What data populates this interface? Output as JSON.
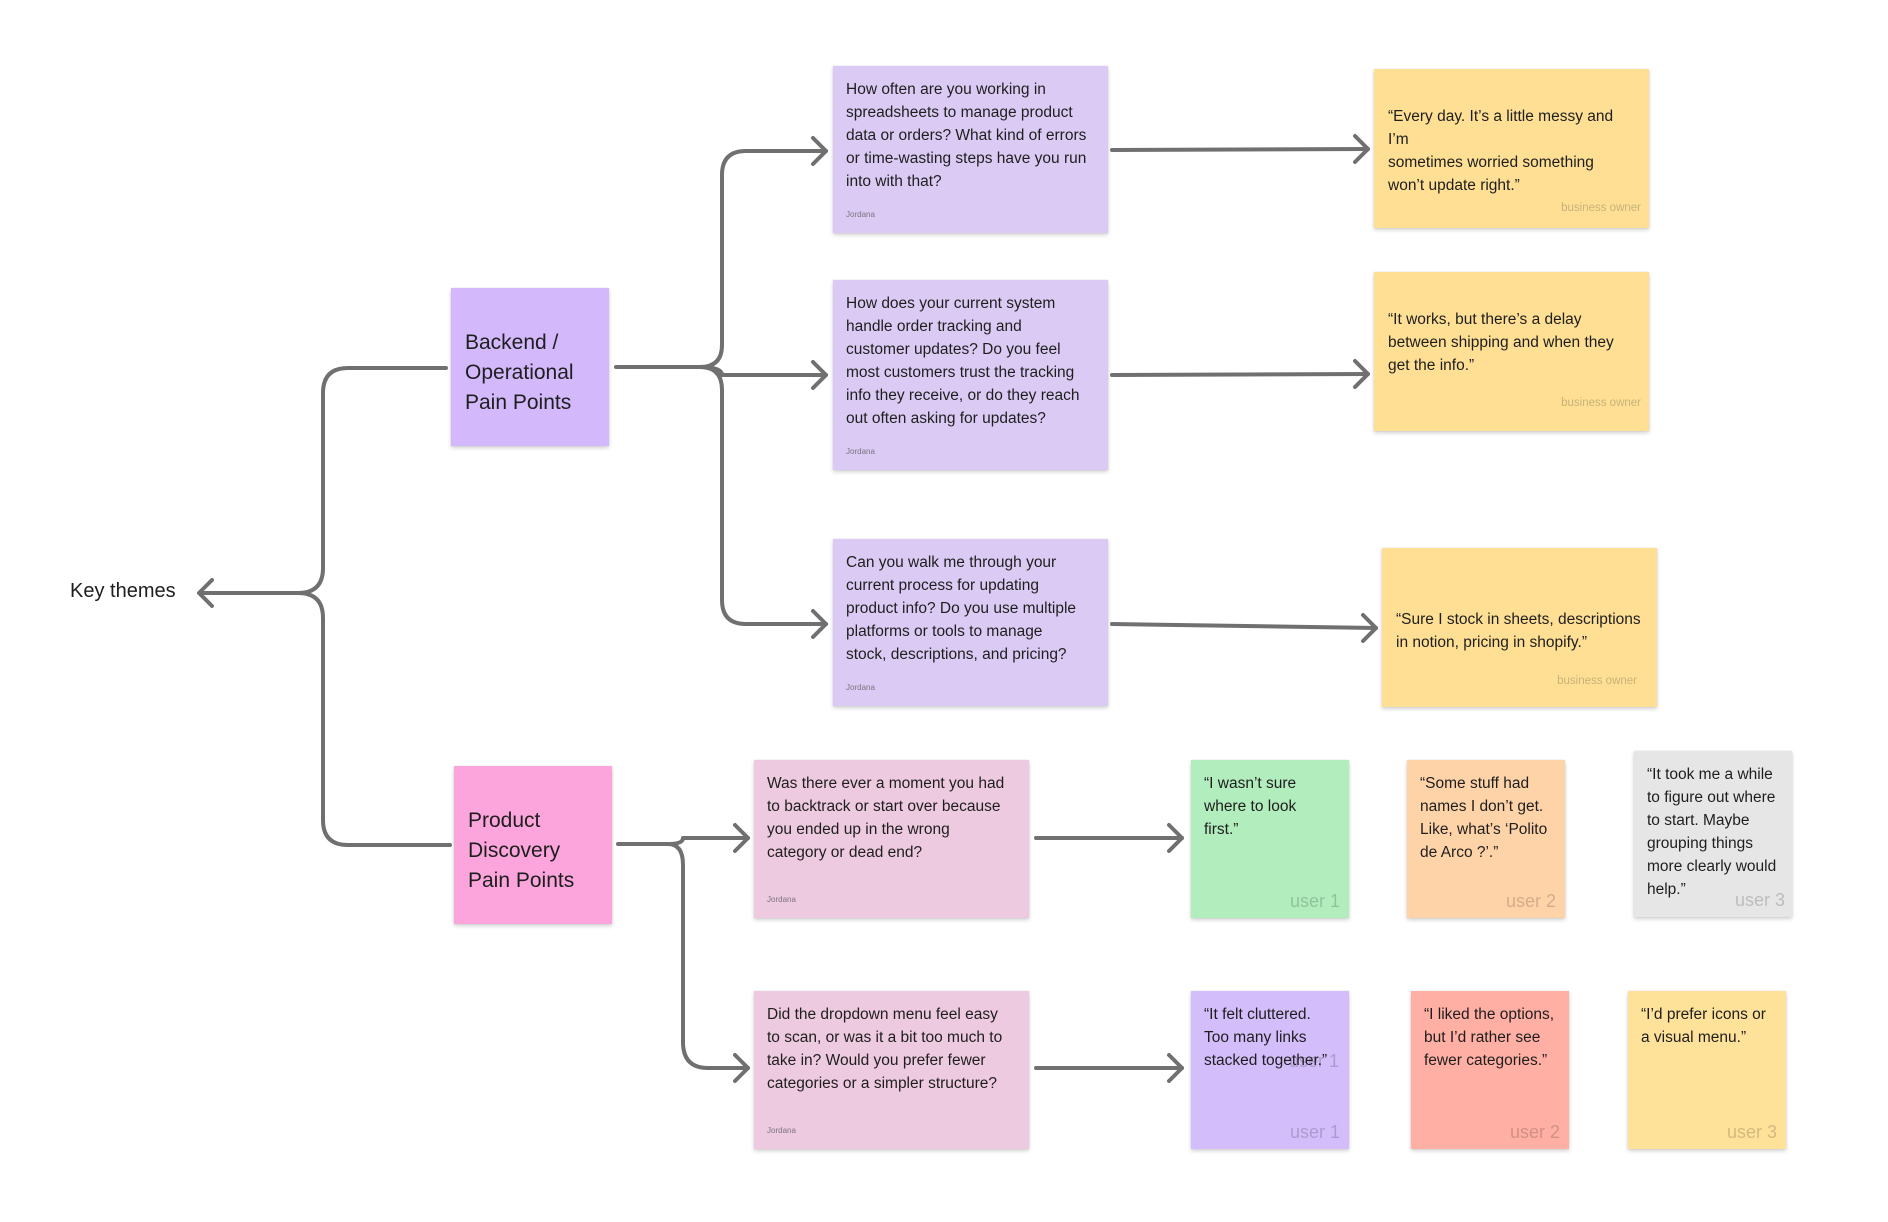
{
  "root": {
    "label": "Key themes"
  },
  "themes": [
    {
      "label": "Backend /\nOperational\nPain Points",
      "color": "#d3b8fb"
    },
    {
      "label": "Product\nDiscovery\nPain Points",
      "color": "#fba5dc"
    }
  ],
  "backend": {
    "questions": [
      {
        "text": "How often are you working in\nspreadsheets to manage product\ndata or orders? What kind of errors\nor time-wasting steps have you run\ninto with that?",
        "author": "Jordana"
      },
      {
        "text": "How does your current system\nhandle order tracking and\ncustomer updates? Do you feel\nmost customers trust the tracking\ninfo they receive, or do they reach\nout often asking for updates?",
        "author": "Jordana"
      },
      {
        "text": "Can you walk me through your\ncurrent process for updating\nproduct info? Do you use multiple\nplatforms or tools to manage\nstock, descriptions, and pricing?",
        "author": "Jordana"
      }
    ],
    "answers": [
      {
        "text": "“Every day. It’s a little messy and I’m\nsometimes worried something\nwon’t update right.”",
        "tag": "business owner"
      },
      {
        "text": "“It works, but there’s a delay\nbetween shipping and when they\nget the info.”",
        "tag": "business owner"
      },
      {
        "text": "“Sure I stock in sheets, descriptions\nin notion, pricing in shopify.”",
        "tag": "business owner"
      }
    ]
  },
  "discovery": {
    "questions": [
      {
        "text": "Was there ever a moment you had\nto backtrack or start over because\nyou ended up in the wrong\ncategory or dead end?",
        "author": "Jordana"
      },
      {
        "text": "Did the dropdown menu feel easy\nto scan, or was it a bit too much to\ntake in? Would you prefer fewer\ncategories or a simpler structure?",
        "author": "Jordana"
      }
    ],
    "row1": [
      {
        "text": "“I wasn’t sure\nwhere to look\nfirst.”",
        "tag": "user 1",
        "color": "#b2edbd"
      },
      {
        "text": "“Some stuff had\nnames I don’t get.\nLike, what’s ‘Polito\nde Arco ?’.”",
        "tag": "user 2",
        "color": "#ffd3a8"
      },
      {
        "text": "“It took me a while\nto figure out where\nto start. Maybe\ngrouping things\nmore clearly would\nhelp.”",
        "tag": "user 3",
        "color": "#e6e6e6"
      }
    ],
    "row2": [
      {
        "text": "“It felt cluttered.\nToo many links\nstacked together.”",
        "tag": "user 1",
        "ghost_tag": "user 1",
        "color": "#d3bdfa"
      },
      {
        "text": "“I liked the options,\nbut I’d rather see\nfewer categories.”",
        "tag": "user 2",
        "color": "#ffafa3"
      },
      {
        "text": "“I’d prefer icons or\na visual menu.”",
        "tag": "user 3",
        "color": "#ffe299"
      }
    ]
  },
  "colors": {
    "question_backend": "#dbcbf4",
    "question_discovery": "#eecae0",
    "answer_backend": "#fedf94",
    "connector": "#707070"
  }
}
